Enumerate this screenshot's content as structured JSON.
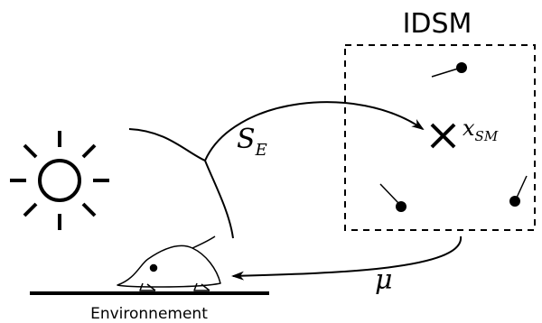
{
  "diagram": {
    "box_title": "IDSM",
    "sensor_label": "S",
    "sensor_sub": "E",
    "state_label": "x",
    "state_sub": "SM",
    "motor_label": "μ",
    "environment_label": "Environnement"
  }
}
